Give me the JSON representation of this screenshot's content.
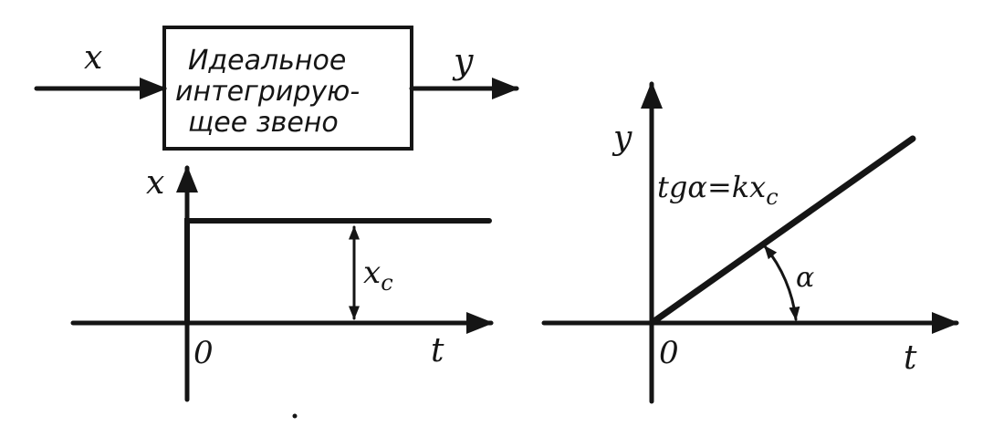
{
  "block": {
    "input_label": "x",
    "output_label": "y",
    "lines": [
      "Идеальное",
      "интегрирую-",
      "щее звено"
    ]
  },
  "input_plot": {
    "y_axis_label": "x",
    "x_axis_label": "t",
    "origin_label": "0",
    "level_label": "x",
    "level_subscript": "c"
  },
  "output_plot": {
    "y_axis_label": "y",
    "x_axis_label": "t",
    "origin_label": "0",
    "formula_main": "tgα=kx",
    "formula_subscript": "c",
    "angle_label": "α"
  },
  "colors": {
    "ink": "#151515",
    "paper": "#ffffff"
  }
}
